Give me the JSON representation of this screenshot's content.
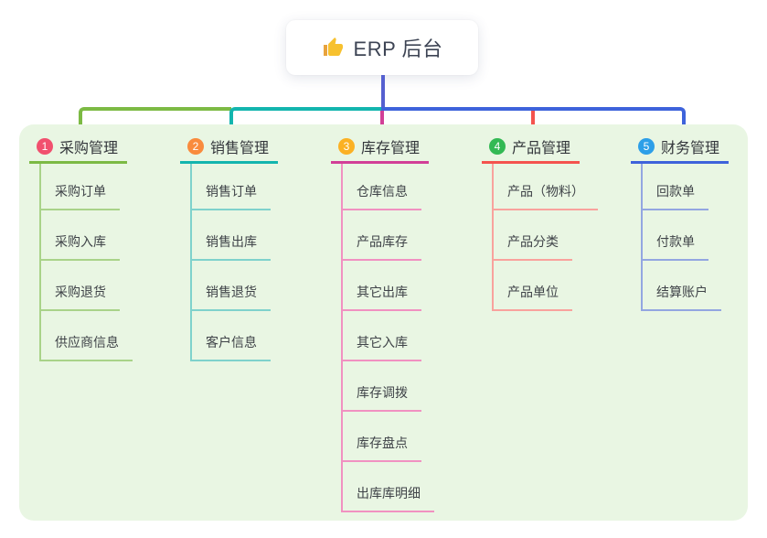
{
  "root": {
    "title": "ERP 后台",
    "icon": "thumbs-up"
  },
  "colors": {
    "page_bg": "#FFFFFF",
    "panel_bg": "#E9F6E3",
    "root_line": "#5560D0",
    "root_text": "#3D4454",
    "title_text": "#33363B",
    "node_text": "#3F4348",
    "badge_text": "#FFFFFF"
  },
  "branches": [
    {
      "badge": "1",
      "title": "采购管理",
      "line_color": "#7CBA44",
      "child_line_color": "#A9D389",
      "badge_color": "#F1506E",
      "children": [
        "采购订单",
        "采购入库",
        "采购退货",
        "供应商信息"
      ]
    },
    {
      "badge": "2",
      "title": "销售管理",
      "line_color": "#13B5AE",
      "child_line_color": "#7FD2CC",
      "badge_color": "#F98B3D",
      "children": [
        "销售订单",
        "销售出库",
        "销售退货",
        "客户信息"
      ]
    },
    {
      "badge": "3",
      "title": "库存管理",
      "line_color": "#D23F97",
      "child_line_color": "#F191C1",
      "badge_color": "#FBB124",
      "children": [
        "仓库信息",
        "产品库存",
        "其它出库",
        "其它入库",
        "库存调拨",
        "库存盘点",
        "出库库明细"
      ]
    },
    {
      "badge": "4",
      "title": "产品管理",
      "line_color": "#F4534E",
      "child_line_color": "#F9A29D",
      "badge_color": "#33B954",
      "children": [
        "产品（物料）",
        "产品分类",
        "产品单位"
      ]
    },
    {
      "badge": "5",
      "title": "财务管理",
      "line_color": "#3E63DB",
      "child_line_color": "#93A6E1",
      "badge_color": "#2D9FE8",
      "children": [
        "回款单",
        "付款单",
        "结算账户"
      ]
    }
  ]
}
